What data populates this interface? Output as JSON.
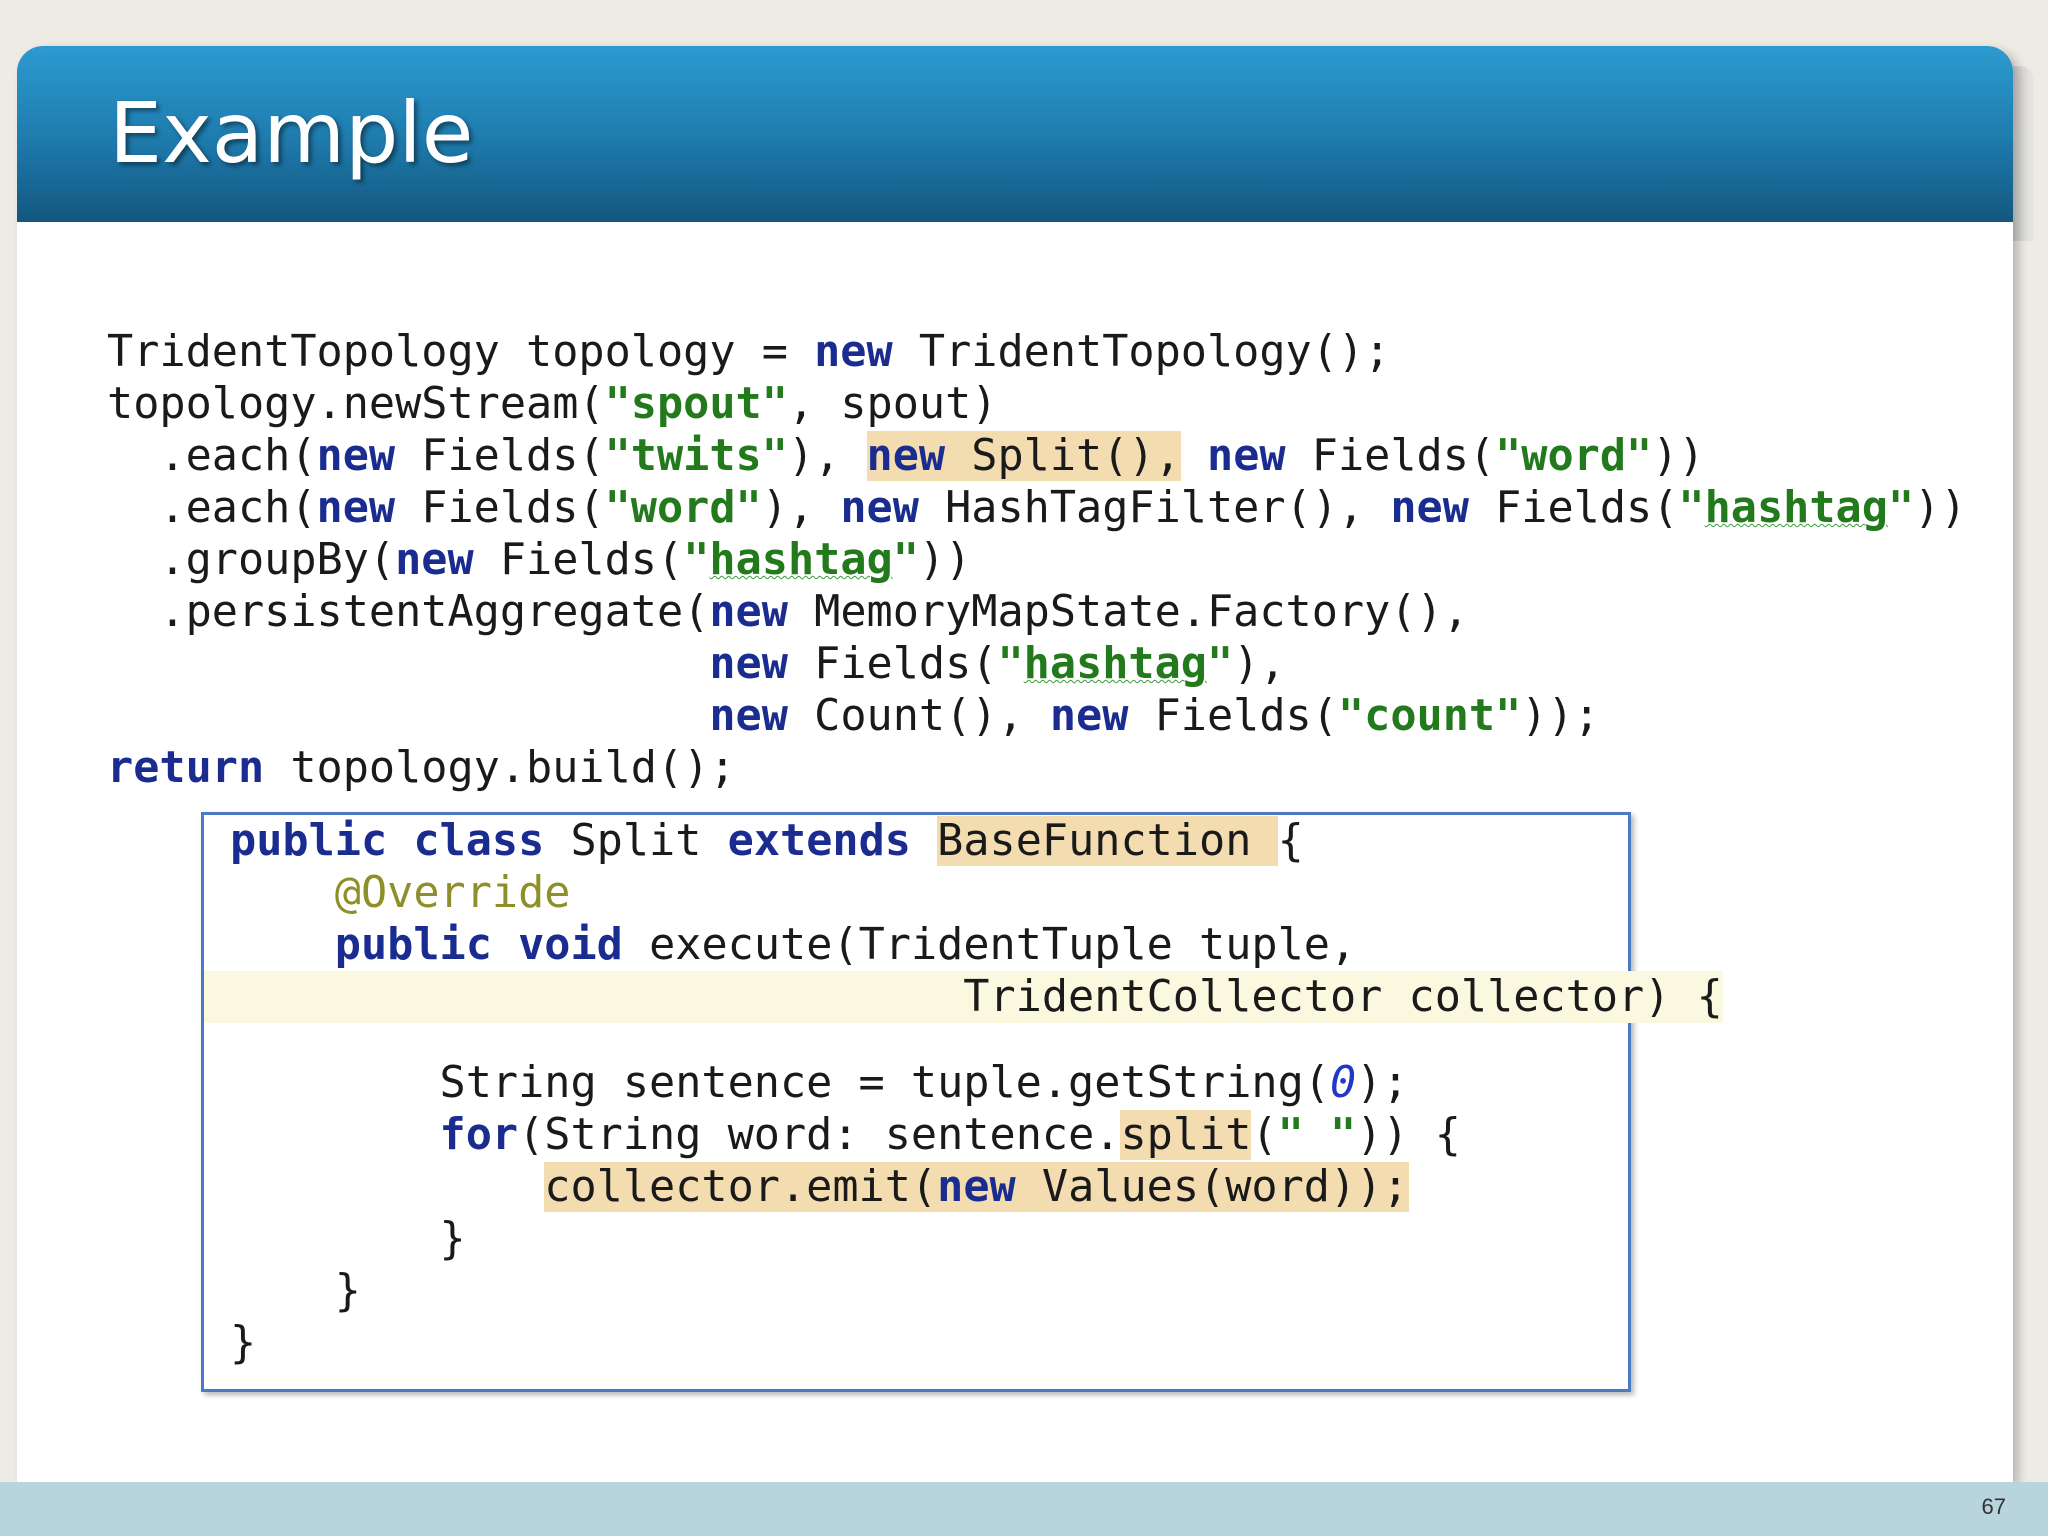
{
  "slide": {
    "title": "Example",
    "page_number": "67"
  },
  "main_code": {
    "l1": [
      "TridentTopology topology = ",
      "new",
      " TridentTopology();"
    ],
    "l2": [
      "topology.newStream(",
      "\"spout\"",
      ", spout)"
    ],
    "l3": [
      "  .each(",
      "new",
      " Fields(",
      "\"twits\"",
      "), ",
      "new",
      " Split(),",
      " ",
      "new",
      " Fields(",
      "\"word\"",
      "))"
    ],
    "l4": [
      "  .each(",
      "new",
      " Fields(",
      "\"word\"",
      "), ",
      "new",
      " HashTagFilter(), ",
      "new",
      " Fields(",
      "\"",
      "hashtag",
      "\"",
      "))"
    ],
    "l5": [
      "  .groupBy(",
      "new",
      " Fields(",
      "\"",
      "hashtag",
      "\"",
      "))"
    ],
    "l6": [
      "  .persistentAggregate(",
      "new",
      " MemoryMapState.Factory(),"
    ],
    "l7": [
      "                       ",
      "new",
      " Fields(",
      "\"",
      "hashtag",
      "\"",
      "),"
    ],
    "l8": [
      "                       ",
      "new",
      " Count(), ",
      "new",
      " Fields(",
      "\"count\"",
      "));"
    ],
    "l9": [
      "return",
      " topology.build();"
    ]
  },
  "inset_code": {
    "l1": [
      "public",
      " ",
      "class",
      " Split ",
      "extends",
      " ",
      "BaseFunction ",
      "{"
    ],
    "l2": [
      "    ",
      "@Override"
    ],
    "l3": [
      "    ",
      "public",
      " ",
      "void",
      " execute(TridentTuple tuple,"
    ],
    "l4": [
      "                            TridentCollector collector) {"
    ],
    "l5": [
      "        String sentence = tuple.getString(",
      "0",
      ");"
    ],
    "l6": [
      "        ",
      "for",
      "(String word: sentence.",
      "split",
      "(",
      "\" \"",
      ")) {"
    ],
    "l7": [
      "            ",
      "collector.emit(",
      "new",
      " Values(word));"
    ],
    "l8": [
      "        }"
    ],
    "l9": [
      "    }"
    ],
    "l10": [
      "}"
    ]
  },
  "icons": {
    "lightbulb": "lightbulb-icon"
  },
  "colors": {
    "title_bar": "#1f7db0",
    "keyword": "#1a2c8f",
    "string": "#237a1c",
    "highlight": "#f3ddb0",
    "inset_border": "#4a7ac6",
    "footer": "#b8d5de"
  }
}
